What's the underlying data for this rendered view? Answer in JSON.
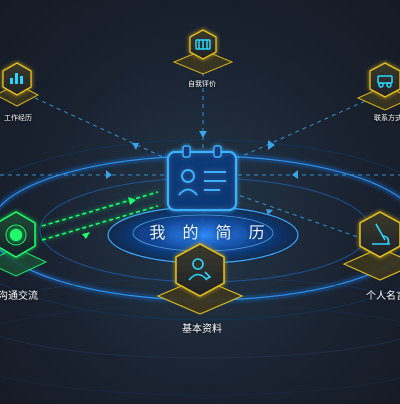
{
  "center": {
    "title": "我 的 简 历"
  },
  "nodes": {
    "self_evaluation": {
      "label": "自我评价"
    },
    "work_experience": {
      "label": "工作经历"
    },
    "contact_info": {
      "label": "联系方式"
    },
    "communication": {
      "label": "沟通交流"
    },
    "basic_info": {
      "label": "基本资料"
    },
    "personal_profile": {
      "label": "个人名言"
    }
  },
  "colors": {
    "accent_blue": "#1e9bff",
    "accent_gold": "#e8c21a",
    "accent_green": "#1aff6a",
    "icon_cyan": "#29d6ff"
  }
}
